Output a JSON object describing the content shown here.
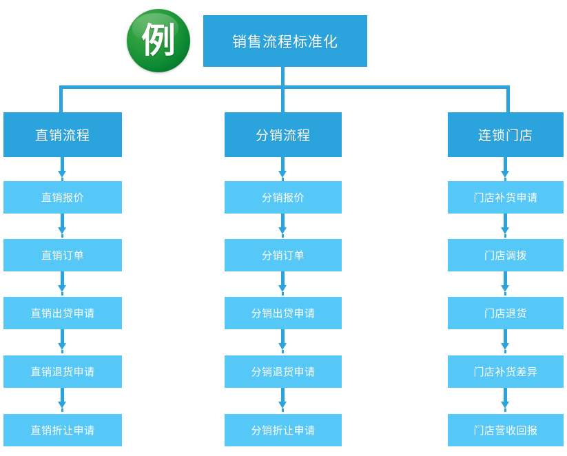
{
  "badge": {
    "character": "例",
    "color_fill": "#0d8a33",
    "color_text": "#ffffff"
  },
  "colors": {
    "header_blue": "#2ba3dd",
    "step_blue": "#55c8f7",
    "connector_blue": "#2ba3dd",
    "background": "#ffffff",
    "text": "#ffffff"
  },
  "diagram": {
    "type": "flowchart",
    "title": "销售流程标准化",
    "columns": [
      {
        "header": "直销流程",
        "steps": [
          "直销报价",
          "直销订单",
          "直销出贷申请",
          "直销退货申请",
          "直销折让申请"
        ]
      },
      {
        "header": "分销流程",
        "steps": [
          "分销报价",
          "分销订单",
          "分销出贷申请",
          "分销退货申请",
          "分销折让申请"
        ]
      },
      {
        "header": "连锁门店",
        "steps": [
          "门店补货申请",
          "门店调拨",
          "门店退货",
          "门店补货差异",
          "门店营收回报"
        ]
      }
    ]
  }
}
